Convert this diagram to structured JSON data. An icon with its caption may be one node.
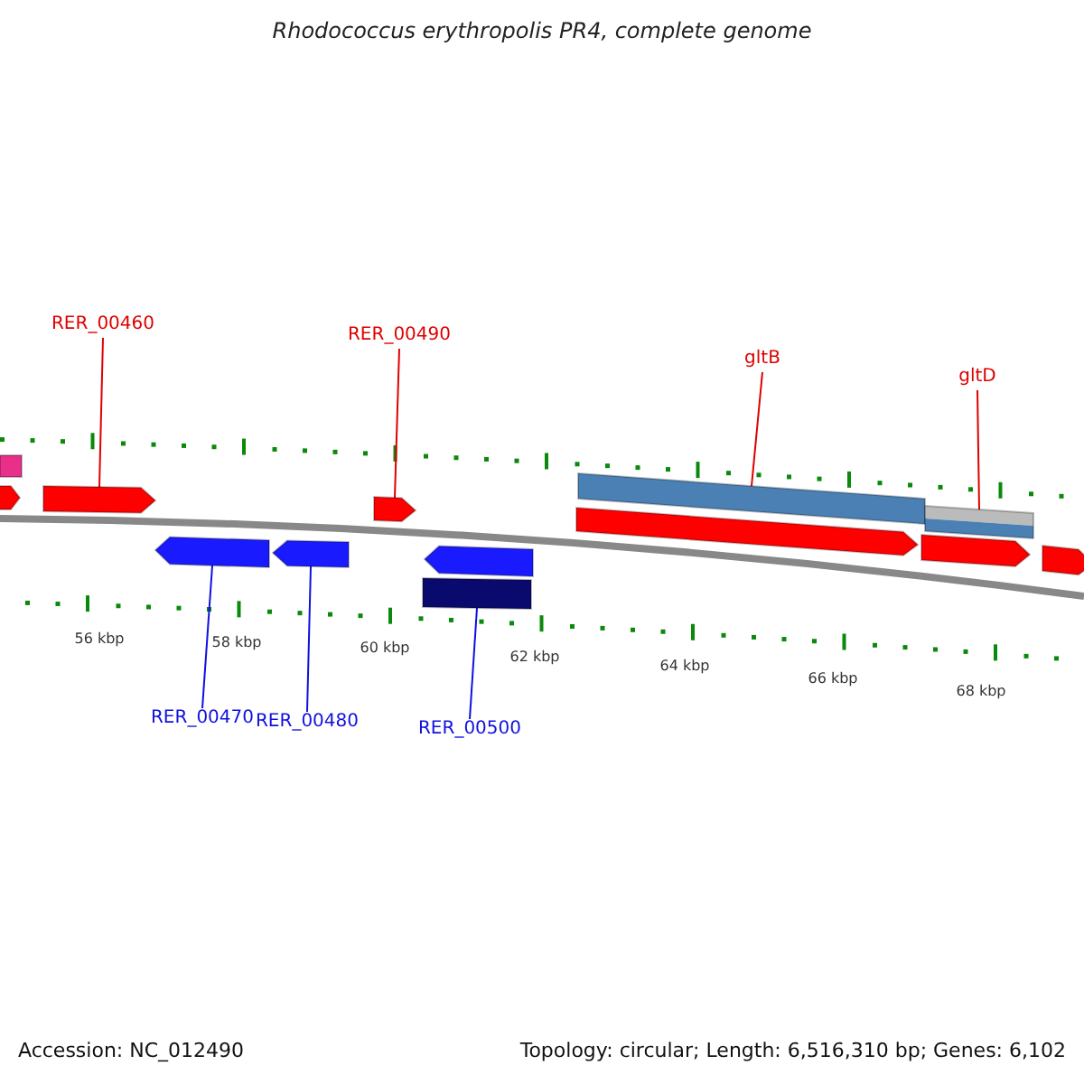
{
  "diagram": {
    "title": "Rhodococcus erythropolis PR4, complete genome",
    "nodes": [
      {
        "text": [
          "RER_00460"
        ]
      },
      {
        "text": [
          "RER_00490"
        ]
      },
      {
        "text": [
          "gltB"
        ]
      },
      {
        "text": [
          "gltD"
        ]
      },
      {
        "text": [
          "RER_00470"
        ]
      },
      {
        "text": [
          "RER_00480"
        ]
      },
      {
        "text": [
          "RER_00500"
        ]
      },
      {
        "text": [],
        "shape": "bar"
      },
      {
        "text": [],
        "shape": "arrow"
      },
      {
        "text": [],
        "shape": "arrow"
      },
      {
        "text": [],
        "shape": "arrow"
      },
      {
        "text": [],
        "shape": "arrow"
      },
      {
        "text": [],
        "shape": "arrow"
      },
      {
        "text": [],
        "shape": "arrow"
      },
      {
        "text": [],
        "shape": "bar"
      },
      {
        "text": [],
        "shape": "bar"
      },
      {
        "text": [],
        "shape": "arrow"
      },
      {
        "text": [],
        "shape": "bar"
      },
      {
        "text": [],
        "shape": "arrow"
      },
      {
        "text": [],
        "shape": "arrow"
      }
    ],
    "edges": [
      {
        "from": 0,
        "to": 9,
        "arrow": "none"
      },
      {
        "from": 1,
        "to": 12,
        "arrow": "none"
      },
      {
        "from": 2,
        "to": 15,
        "arrow": "none"
      },
      {
        "from": 3,
        "to": 17,
        "arrow": "none"
      },
      {
        "from": 4,
        "to": 10,
        "arrow": "none",
        "color": "#1010e0"
      },
      {
        "from": 5,
        "to": 11,
        "arrow": "none",
        "color": "#1010e0"
      },
      {
        "from": 6,
        "to": 14,
        "arrow": "none",
        "color": "#1010e0"
      }
    ],
    "labels": [
      "56 kbp",
      "58 kbp",
      "60 kbp",
      "62 kbp",
      "64 kbp",
      "66 kbp",
      "68 kbp",
      "Accession: NC_012490",
      "Topology: circular; Length: 6,516,310 bp; Genes: 6,102"
    ]
  }
}
